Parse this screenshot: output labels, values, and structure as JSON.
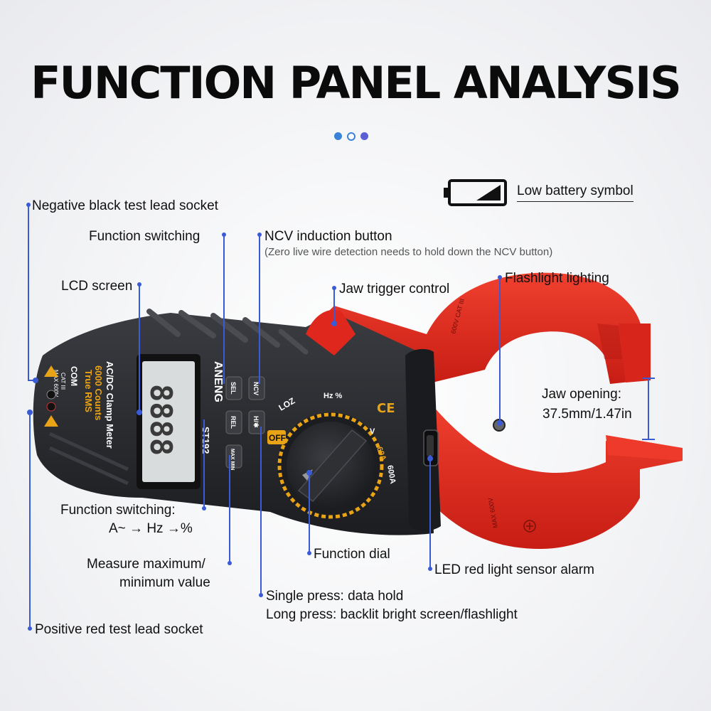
{
  "header": {
    "title": "FUNCTION PANEL ANALYSIS"
  },
  "labels": {
    "low_battery": "Low battery symbol",
    "neg_socket": "Negative black test lead socket",
    "func_switch_top": "Function switching",
    "ncv_button": "NCV induction button",
    "ncv_note": "(Zero live wire detection needs to hold down the NCV button)",
    "lcd_screen": "LCD screen",
    "jaw_trigger": "Jaw trigger control",
    "flashlight": "Flashlight lighting",
    "jaw_opening_1": "Jaw opening:",
    "jaw_opening_2": "37.5mm/1.47in",
    "func_switch_bottom_1": "Function switching:",
    "func_switch_bottom_2": "A~ → Hz →%",
    "measure_1": "Measure maximum/",
    "measure_2": "minimum value",
    "function_dial": "Function dial",
    "led_sensor": "LED red light sensor alarm",
    "single_press": "Single press: data hold",
    "long_press": "Long press: backlit bright screen/flashlight",
    "pos_socket": "Positive red test lead socket"
  },
  "device": {
    "brand": "ANENG",
    "model": "ST192",
    "line1": "AC/DC Clamp Meter",
    "line2": "6000 Counts",
    "line3": "True RMS",
    "com": "COM",
    "cat": "CAT III",
    "max": "MAX 600V",
    "display": "8888",
    "btn_sel": "SEL",
    "btn_ncv": "NCV",
    "btn_rel": "REL",
    "btn_hold": "H/✱",
    "btn_max": "MAX MIN",
    "dial_off": "OFF",
    "dial_loz": "LOZ",
    "dial_hz": "Hz %",
    "dial_60a": "60A",
    "dial_600a": "600A",
    "dial_v": "V",
    "jaw_cat": "600V CAT III",
    "jaw_max": "MAX 600V"
  },
  "colors": {
    "accent_blue": "#3b5bd6",
    "jaw_red": "#e0271d",
    "body_dark": "#2a2c30",
    "dial_orange": "#e8a317"
  }
}
